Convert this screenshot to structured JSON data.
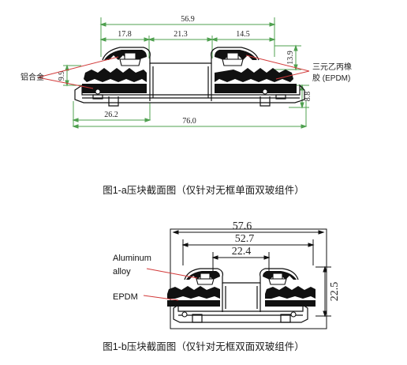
{
  "figure_a": {
    "dimensions": {
      "overall_top": "56.9",
      "left": "17.8",
      "middle": "21.3",
      "right": "14.5",
      "bottom_left": "26.2",
      "bottom_overall": "76.0",
      "left_vertical": "9.9",
      "right_top": "13.9",
      "right_bottom": "8.8"
    },
    "label_aluminum": "铝合金",
    "label_epdm_line1": "三元乙丙橡",
    "label_epdm_line2": "胶 (EPDM)",
    "caption": "图1-a压块截面图（仅针对无框单面双玻组件）"
  },
  "figure_b": {
    "dimensions": {
      "outer": "57.6",
      "middle": "52.7",
      "inner": "22.4",
      "height": "22.5"
    },
    "label_aluminum_line1": "Aluminum",
    "label_aluminum_line2": "alloy",
    "label_epdm": "EPDM",
    "caption": "图1-b压块截面图（仅针对无框双面双玻组件）"
  },
  "colors": {
    "dimension_line": "#4fa04f",
    "leader_line": "#d23a3a",
    "outline": "#111111",
    "rubber": "#111111"
  }
}
